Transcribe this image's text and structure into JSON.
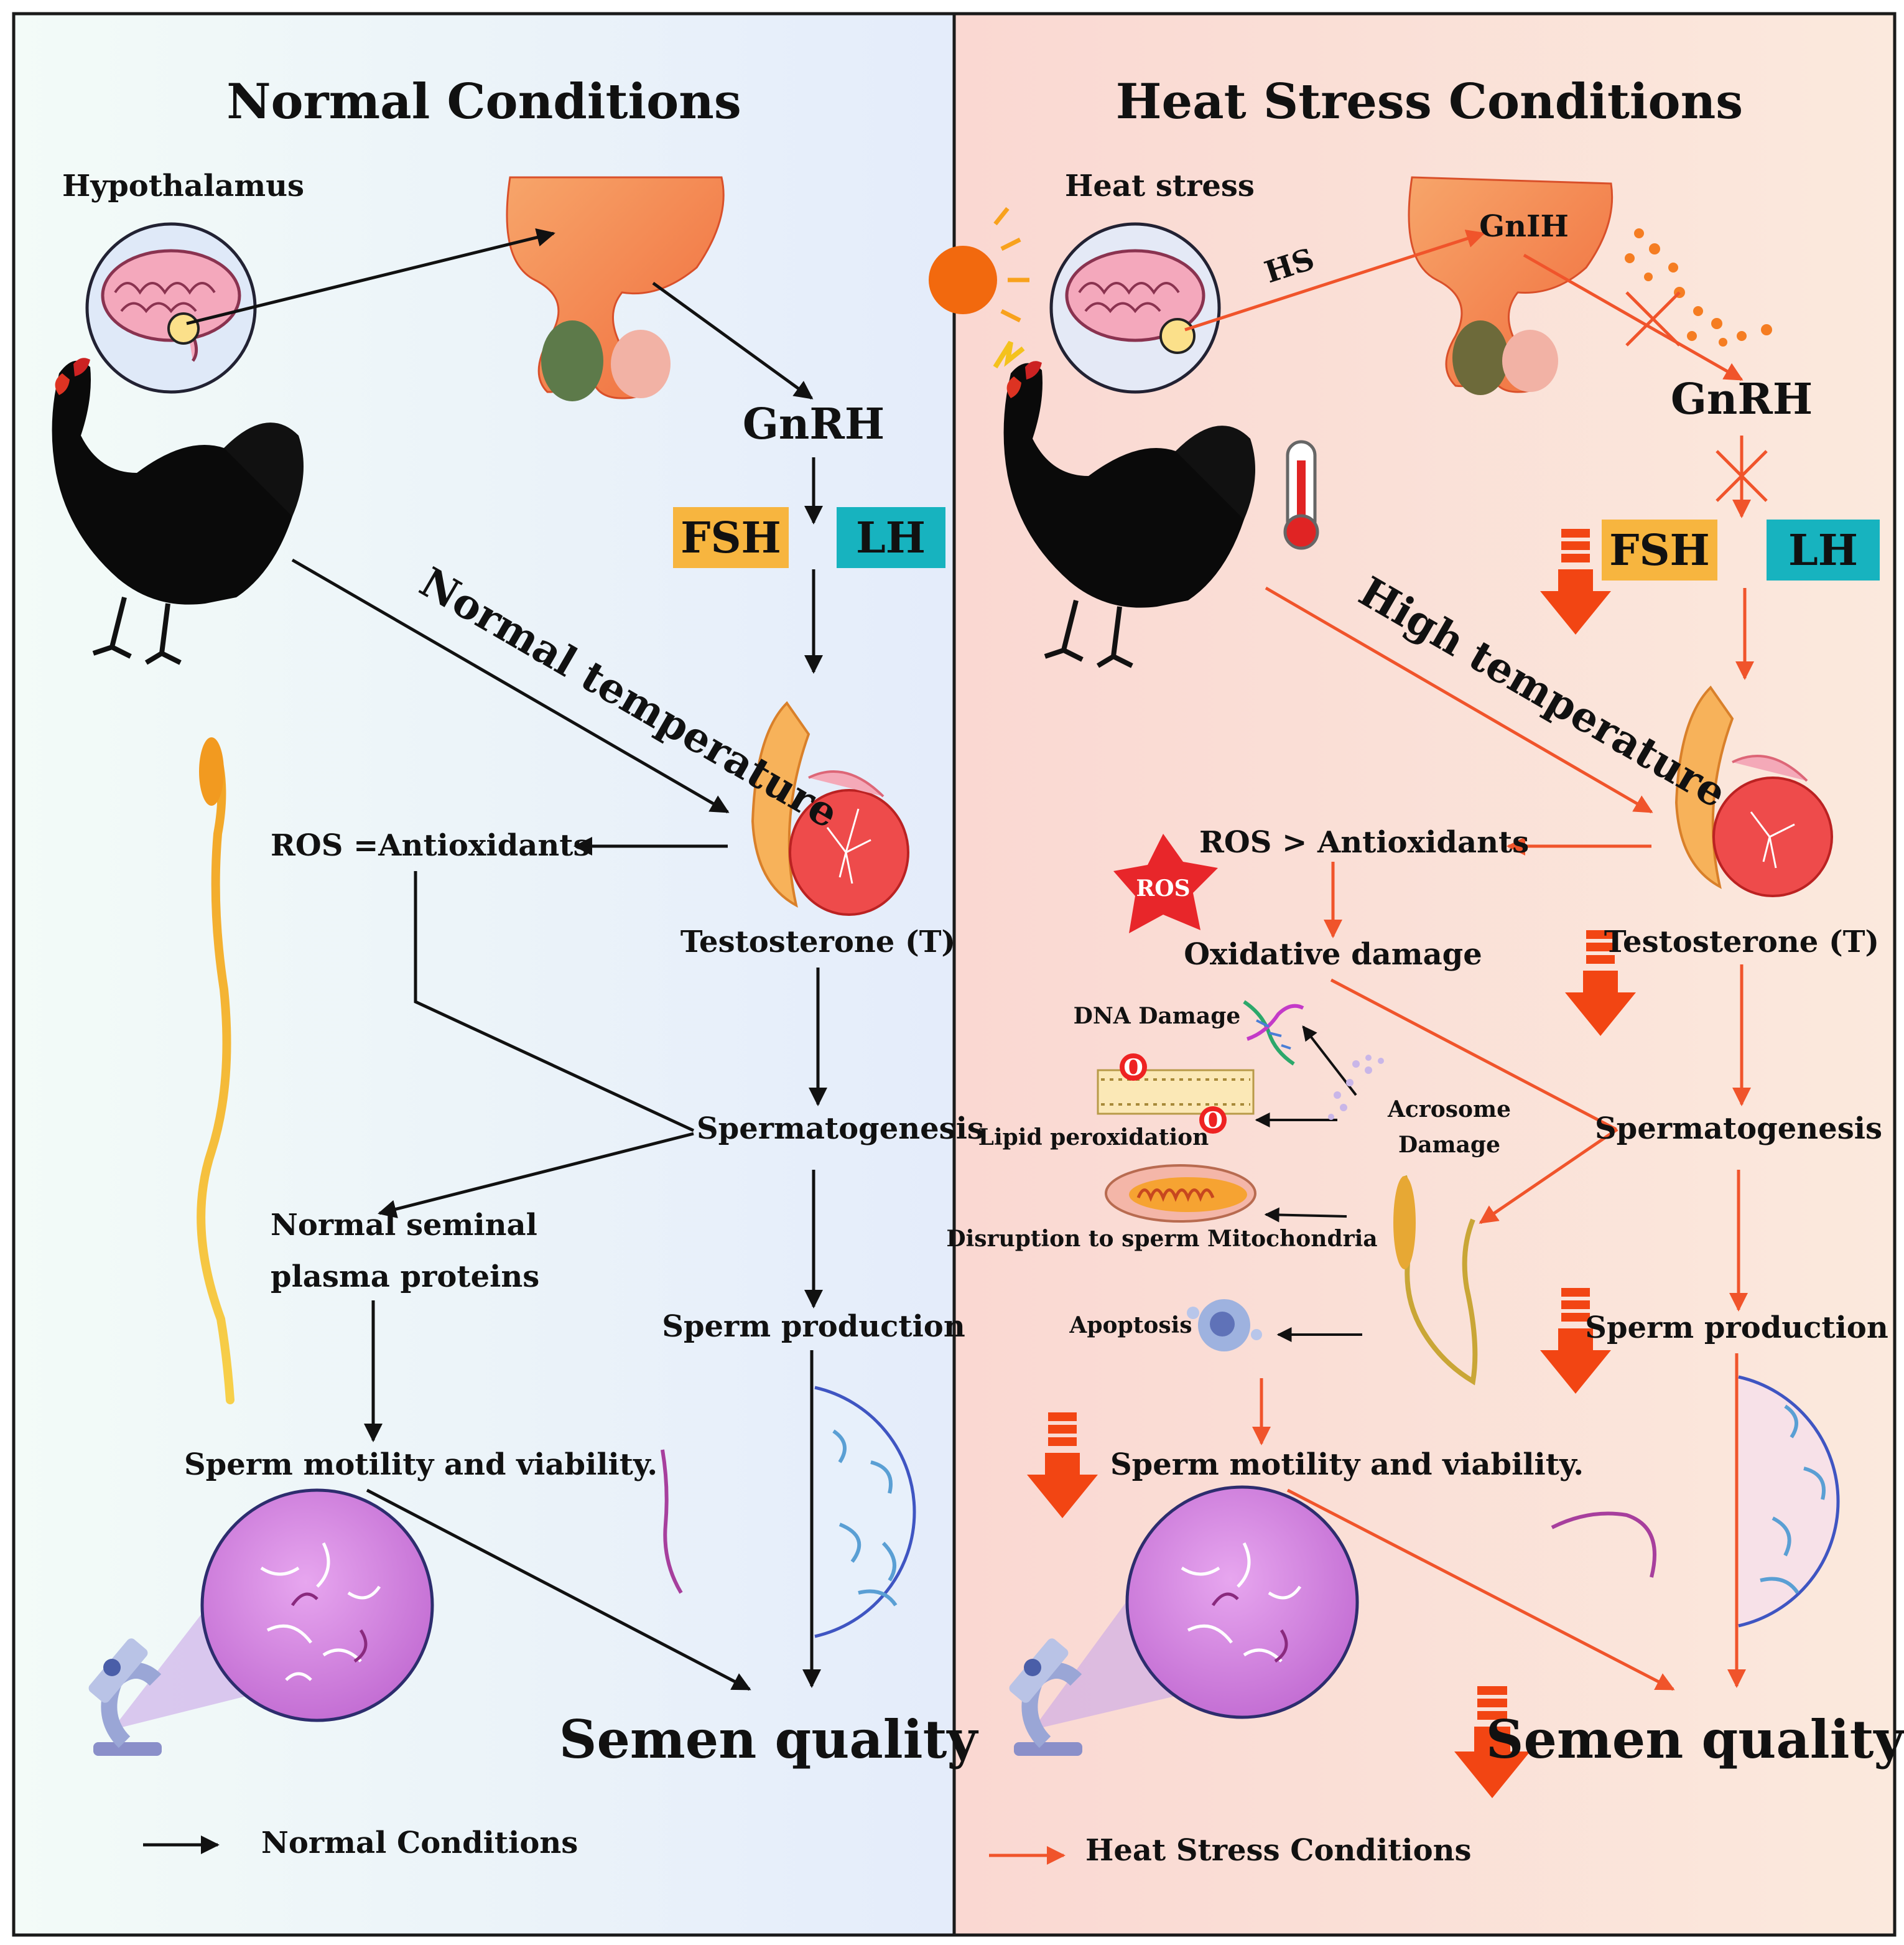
{
  "normal": {
    "title": "Normal Conditions",
    "hypothalamus": "Hypothalamus",
    "gnrh": "GnRH",
    "fsh": "FSH",
    "lh": "LH",
    "temperature": "Normal temperature",
    "ros": "ROS =Antioxidants",
    "testosterone": "Testosterone (T)",
    "spermatogenesis": "Spermatogenesis",
    "seminal_line1": "Normal seminal",
    "seminal_line2": "plasma proteins",
    "sperm_production": "Sperm production",
    "motility": "Sperm motility and viability.",
    "semen_quality": "Semen quality",
    "legend": "Normal Conditions"
  },
  "heat": {
    "title": "Heat Stress Conditions",
    "heat_stress": "Heat stress",
    "hs": "HS",
    "gnih": "GnIH",
    "gnrh": "GnRH",
    "fsh": "FSH",
    "lh": "LH",
    "temperature": "High temperature",
    "ros": "ROS > Antioxidants",
    "ros_badge": "ROS",
    "oxidative": "Oxidative damage",
    "testosterone": "Testosterone (T)",
    "dna": "DNA Damage",
    "lipid": "Lipid peroxidation",
    "acrosome_line1": "Acrosome",
    "acrosome_line2": "Damage",
    "mito": "Disruption to sperm Mitochondria",
    "spermatogenesis": "Spermatogenesis",
    "apoptosis": "Apoptosis",
    "sperm_production": "Sperm production",
    "motility": "Sperm motility and viability.",
    "semen_quality": "Semen quality",
    "legend": "Heat Stress Conditions"
  },
  "colors": {
    "normal_arrow": "#111111",
    "heat_arrow": "#f0542b",
    "fsh_fill": "#f7b53f",
    "lh_fill": "#17b3bf",
    "down_arrow": "#f24513",
    "normal_bg": "#eef4fb",
    "heat_bg": "#fbe0da"
  },
  "icons": {
    "brain": "brain-icon",
    "rooster": "rooster-icon",
    "testis": "testis-icon",
    "microscope": "microscope-icon",
    "thermometer": "thermometer-icon",
    "sun": "sun-icon",
    "dna": "dna-icon",
    "mitochondria": "mitochondria-icon",
    "sperm": "sperm-icon"
  }
}
